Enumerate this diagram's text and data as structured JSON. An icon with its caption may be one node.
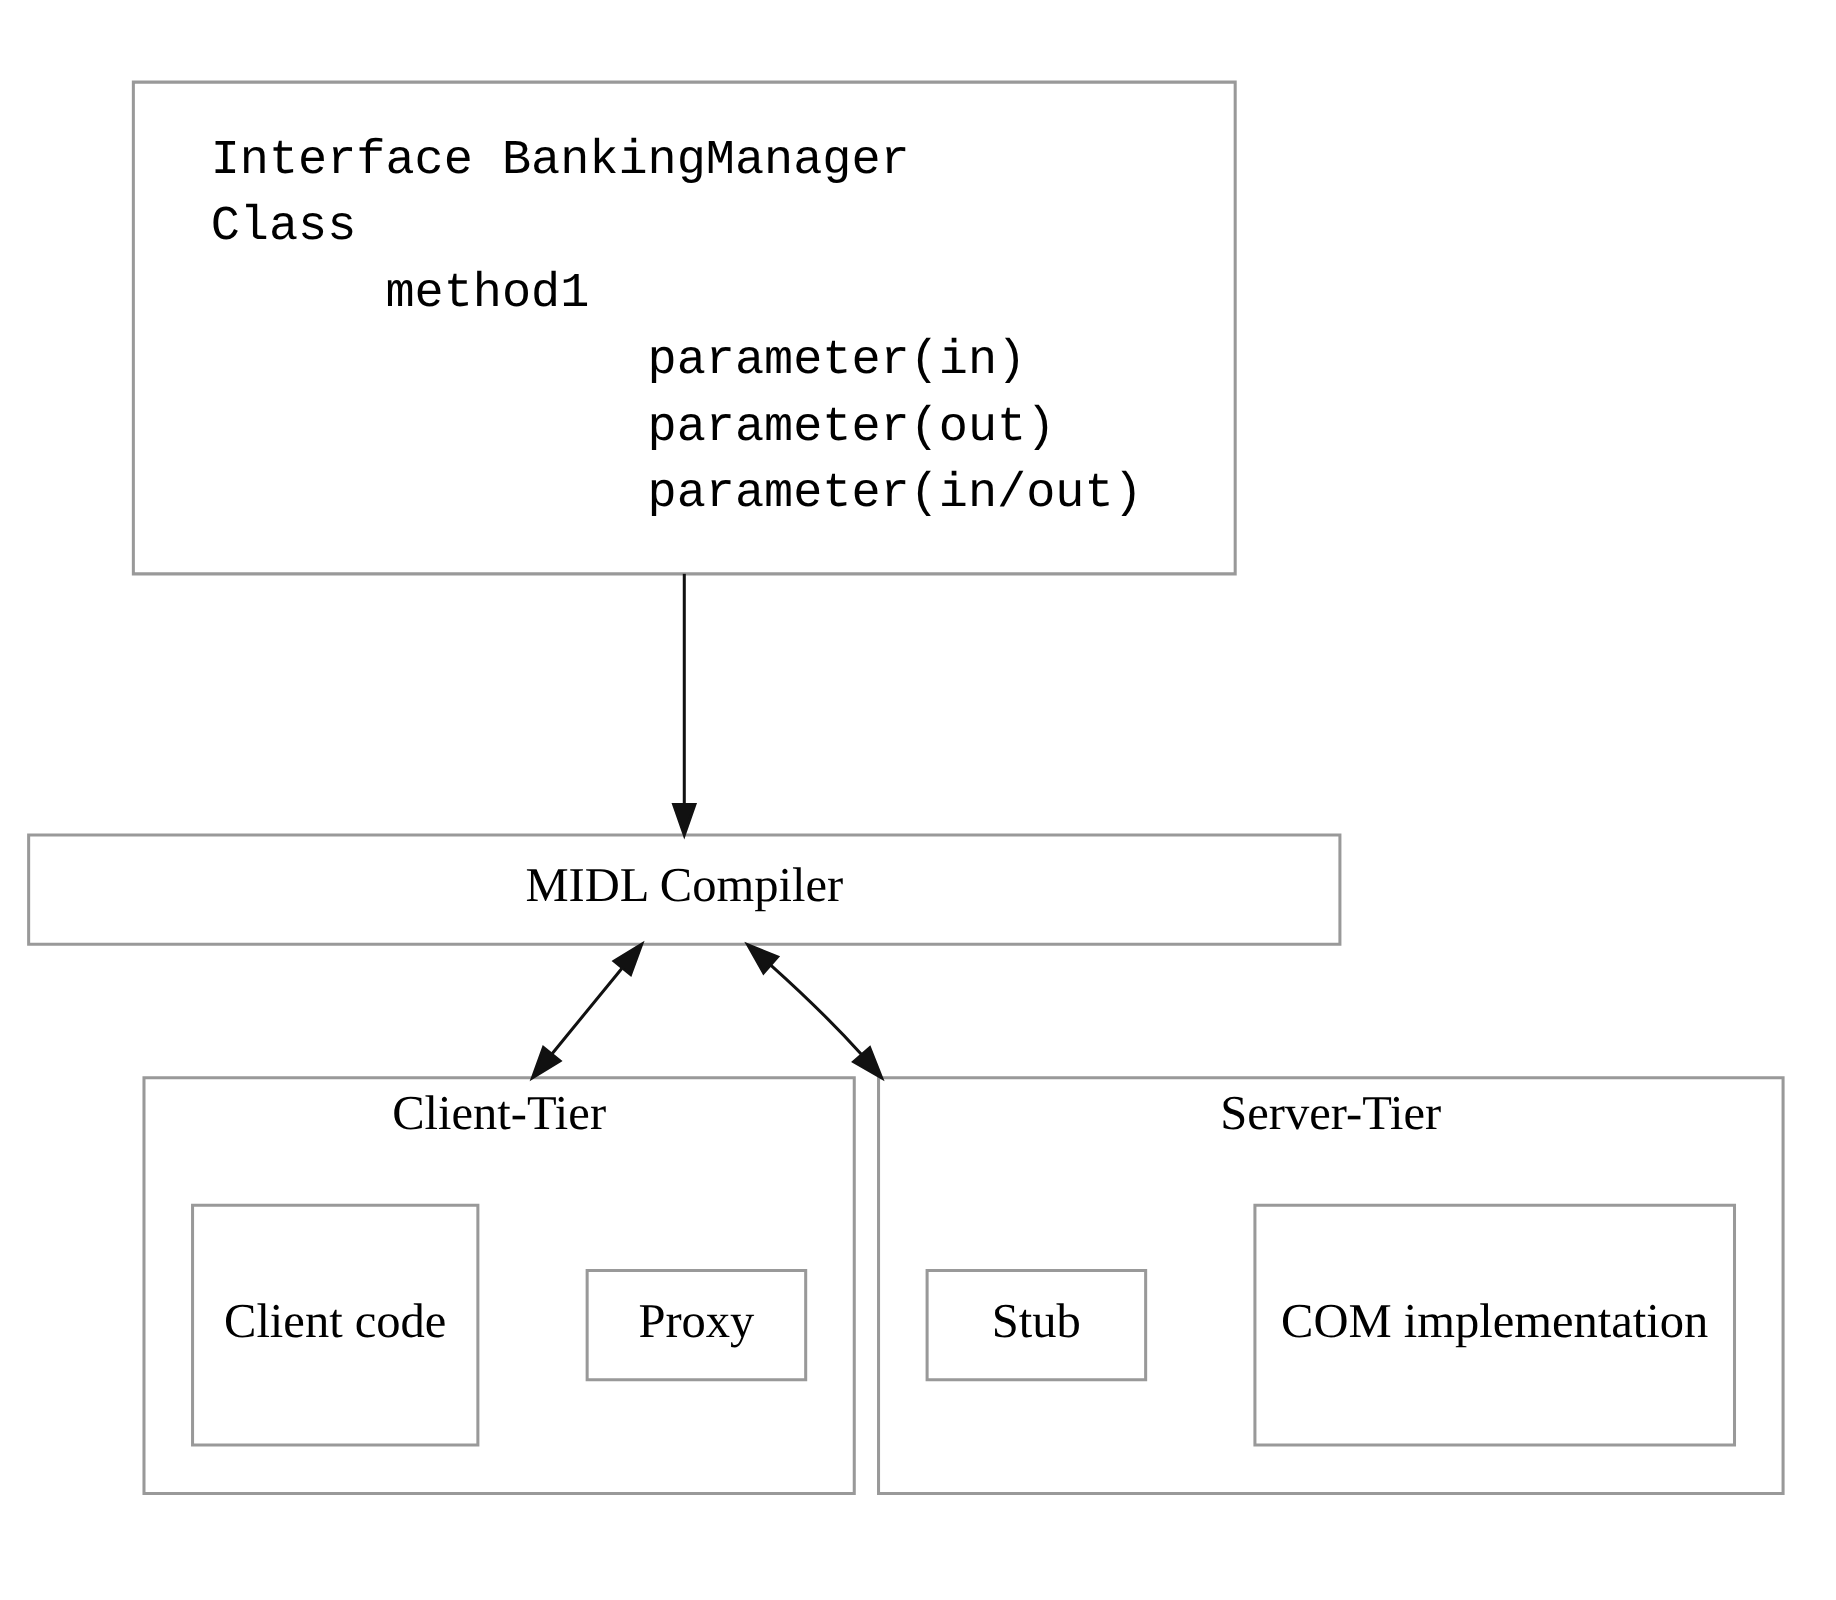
{
  "diagram": {
    "nodes": [
      {
        "text": [
          "Interface BankingManager",
          "Class",
          "method1",
          "parameter(in)",
          "parameter(out)",
          "parameter(in/out)"
        ]
      },
      {
        "text": [
          "MIDL Compiler"
        ]
      },
      {
        "text": [
          "Client-Tier"
        ]
      },
      {
        "text": [
          "Client code"
        ],
        "in": 2
      },
      {
        "text": [
          "Proxy"
        ],
        "in": 2
      },
      {
        "text": [
          "Server-Tier"
        ]
      },
      {
        "text": [
          "Stub"
        ],
        "in": 5
      },
      {
        "text": [
          "COM implementation"
        ],
        "in": 5
      }
    ],
    "edges": [
      {
        "from": 0,
        "to": 1,
        "arrow": "to"
      },
      {
        "from": 1,
        "to": 2,
        "arrow": "both"
      },
      {
        "from": 1,
        "to": 5,
        "arrow": "both"
      }
    ]
  }
}
